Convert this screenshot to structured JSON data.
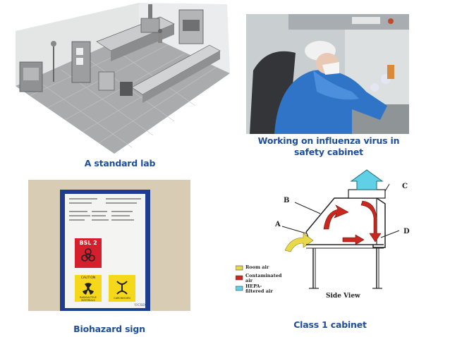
{
  "captions": {
    "lab": "A standard lab",
    "photo": "Working on influenza virus in safety cabinet",
    "sign": "Biohazard sign",
    "cabinet": "Class 1 cabinet"
  },
  "sign": {
    "bsl": "BSL 2",
    "caution": "CAUTION",
    "radioactive": "RADIOACTIVE MATERIALS",
    "carcinogen": "CARCINOGEN",
    "brand": "UCSD"
  },
  "diagram": {
    "labels": {
      "a": "A",
      "b": "B",
      "c": "C",
      "d": "D"
    },
    "legend": {
      "room_air": "Room air",
      "contaminated_air": "Contaminated air",
      "hepa_air": "HEPA-filtered air"
    },
    "side_view": "Side View",
    "colors": {
      "room": "#e8d84a",
      "contaminated": "#c8281e",
      "hepa": "#5fd0e6"
    }
  }
}
